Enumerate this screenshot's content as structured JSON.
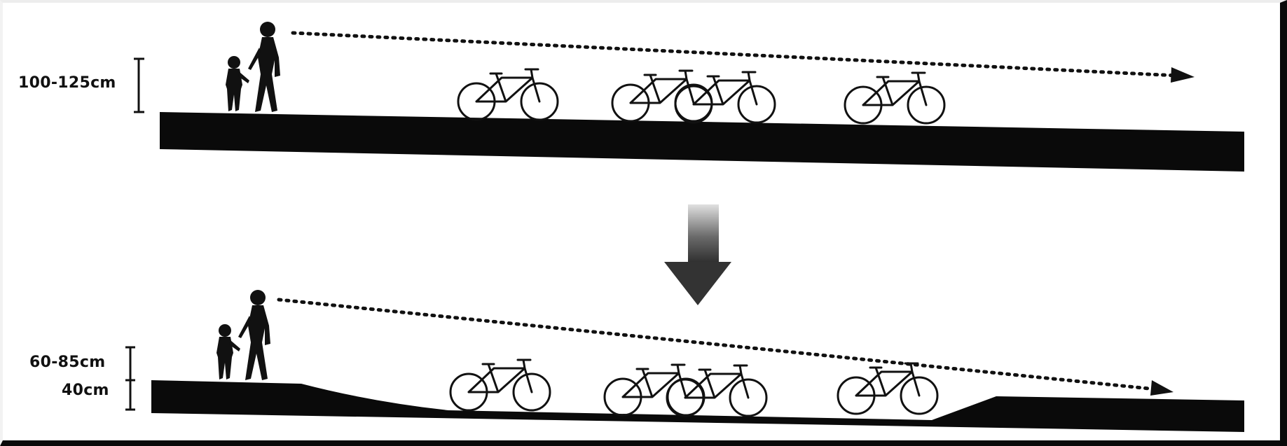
{
  "labels": {
    "top_eye_height": "100-125cm",
    "bottom_eye_height": "60-85cm",
    "bottom_lowering": "40cm"
  },
  "colors": {
    "ground": "#0a0a0a",
    "ink": "#111111",
    "arrow_dark": "#3a3a3a",
    "arrow_light": "#e0e0e0"
  },
  "icons": [
    "adult-silhouette-icon",
    "child-silhouette-icon",
    "bicycle-icon",
    "sight-line-arrow",
    "down-arrow-icon"
  ]
}
